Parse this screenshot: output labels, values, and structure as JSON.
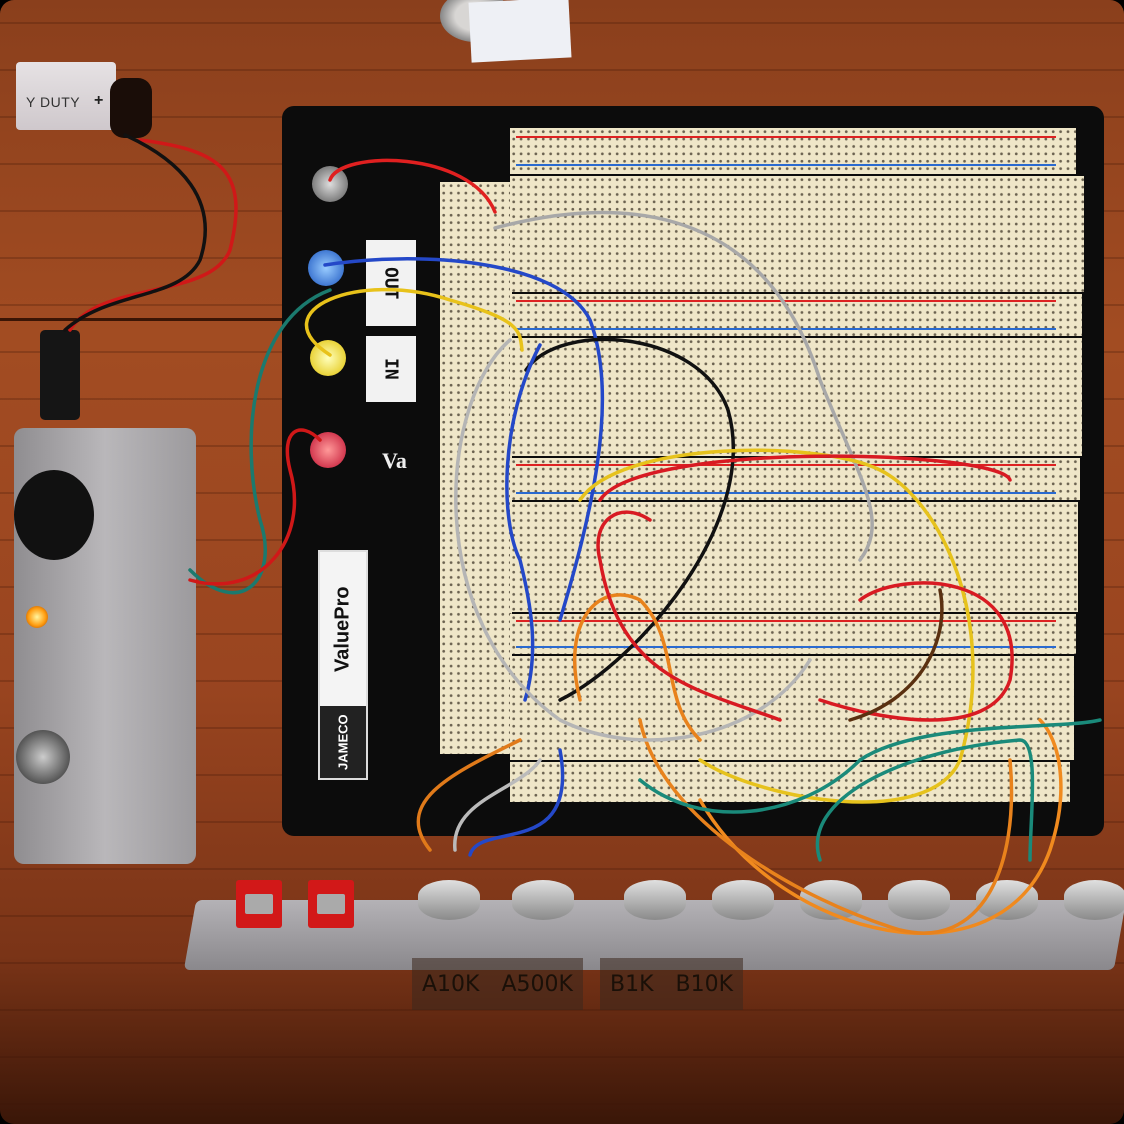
{
  "battery": {
    "text": "Y DUTY",
    "polarity": "+"
  },
  "board": {
    "label_out": "OUT",
    "label_in": "IN",
    "label_va": "Va",
    "brand": "JAMECO",
    "product": "ValuePro"
  },
  "pot_labels": [
    "A10K",
    "A500K",
    "B1K",
    "B10K"
  ],
  "colors": {
    "wood": "#9a4520",
    "board": "#0c0c0c",
    "breadboard": "#efe6c8"
  }
}
